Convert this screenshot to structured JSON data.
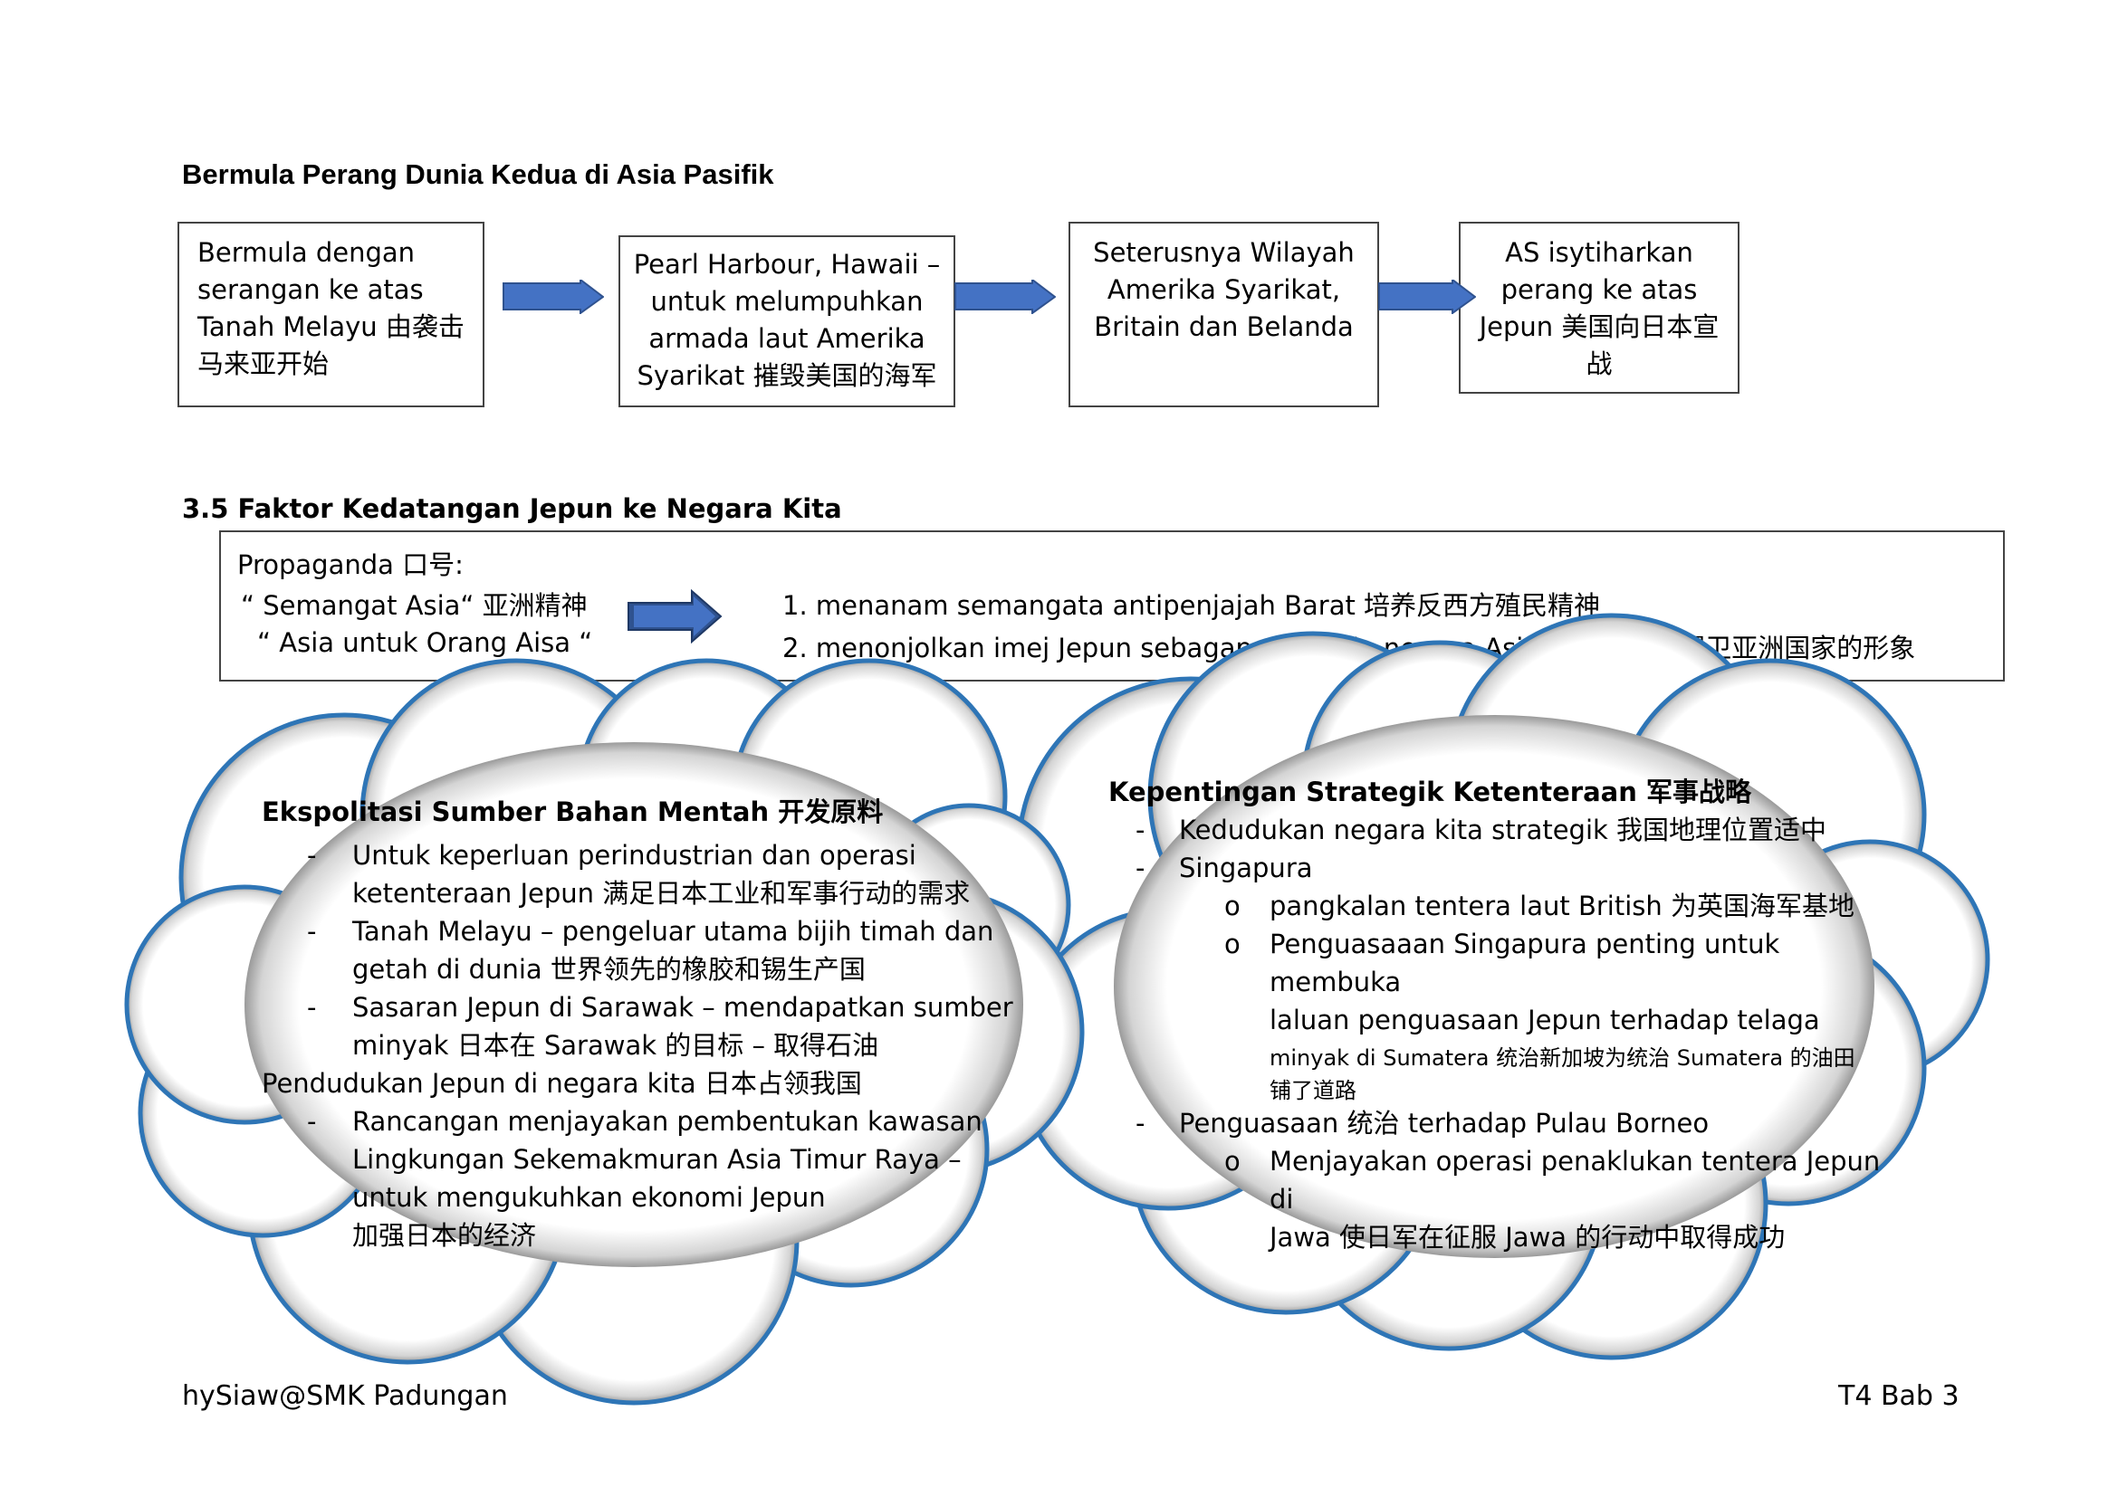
{
  "heading": "Bermula Perang Dunia Kedua di Asia Pasifik",
  "flow": [
    {
      "lines": [
        "Bermula dengan",
        "serangan ke atas",
        "Tanah Melayu 由袭击",
        "马来亚开始"
      ]
    },
    {
      "lines": [
        "Pearl Harbour, Hawaii –",
        "untuk melumpuhkan",
        "armada laut Amerika",
        "Syarikat 摧毁美国的海军"
      ]
    },
    {
      "lines": [
        "Seterusnya Wilayah",
        "Amerika Syarikat,",
        "Britain dan Belanda"
      ]
    },
    {
      "lines": [
        "AS isytiharkan",
        "perang ke atas",
        "Jepun 美国向日本宣",
        "战"
      ]
    }
  ],
  "section": {
    "title": "3.5 Faktor Kedatangan Jepun ke Negara Kita",
    "propaganda_label": "Propaganda 口号:",
    "slogan1": "“ Semangat Asia“ 亚洲精神",
    "slogan2": "“ Asia untuk Orang Aisa “",
    "point1": "1. menanam semangata antipenjajah Barat 培养反西方殖民精神",
    "point2": "2. menonjolkan imej Jepun sebagap pembela negara Asia 凸显日本为捍卫亚洲国家的形象"
  },
  "cloud_left": {
    "title": "Ekspolitasi Sumber Bahan Mentah 开发原料",
    "items": [
      {
        "bullet": "-",
        "lines": [
          "Untuk keperluan perindustrian dan operasi",
          "ketenteraan Jepun 满足日本工业和军事行动的需求"
        ]
      },
      {
        "bullet": "-",
        "lines": [
          "Tanah Melayu – pengeluar utama bijih timah dan",
          "getah di dunia 世界领先的橡胶和锡生产国"
        ]
      },
      {
        "bullet": "-",
        "lines": [
          "Sasaran Jepun di Sarawak – mendapatkan sumber",
          "minyak 日本在 Sarawak 的目标 – 取得石油"
        ]
      }
    ],
    "subtitle": "Pendudukan Jepun di negara kita 日本占领我国",
    "items2": [
      {
        "bullet": "-",
        "lines": [
          "Rancangan menjayakan pembentukan kawasan",
          "Lingkungan Sekemakmuran Asia Timur Raya –",
          "untuk mengukuhkan ekonomi Jepun",
          "加强日本的经济"
        ]
      }
    ]
  },
  "cloud_right": {
    "title": "Kepentingan Strategik Ketenteraan 军事战略",
    "l1": "Kedudukan negara kita strategik 我国地理位置适中",
    "l2": "Singapura",
    "l3": "pangkalan tentera laut British 为英国海军基地",
    "l4a": "Penguasaaan Singapura penting untuk membuka",
    "l4b": "laluan penguasaan Jepun terhadap telaga",
    "l4c": "minyak di Sumatera 统治新加坡为统治 Sumatera 的油田",
    "l4d": "铺了道路",
    "l5": "Penguasaan 统治 terhadap Pulau Borneo",
    "l6a": "Menjayakan operasi penaklukan tentera Jepun di",
    "l6b": "Jawa 使日军在征服 Jawa 的行动中取得成功",
    "dash": "-",
    "circle": "o"
  },
  "footer": {
    "left": "hySiaw@SMK Padungan",
    "right": "T4 Bab 3"
  },
  "colors": {
    "arrow": "#4472c4",
    "arrow_edge": "#2f528f",
    "cloud_edge": "#2e75b6"
  }
}
